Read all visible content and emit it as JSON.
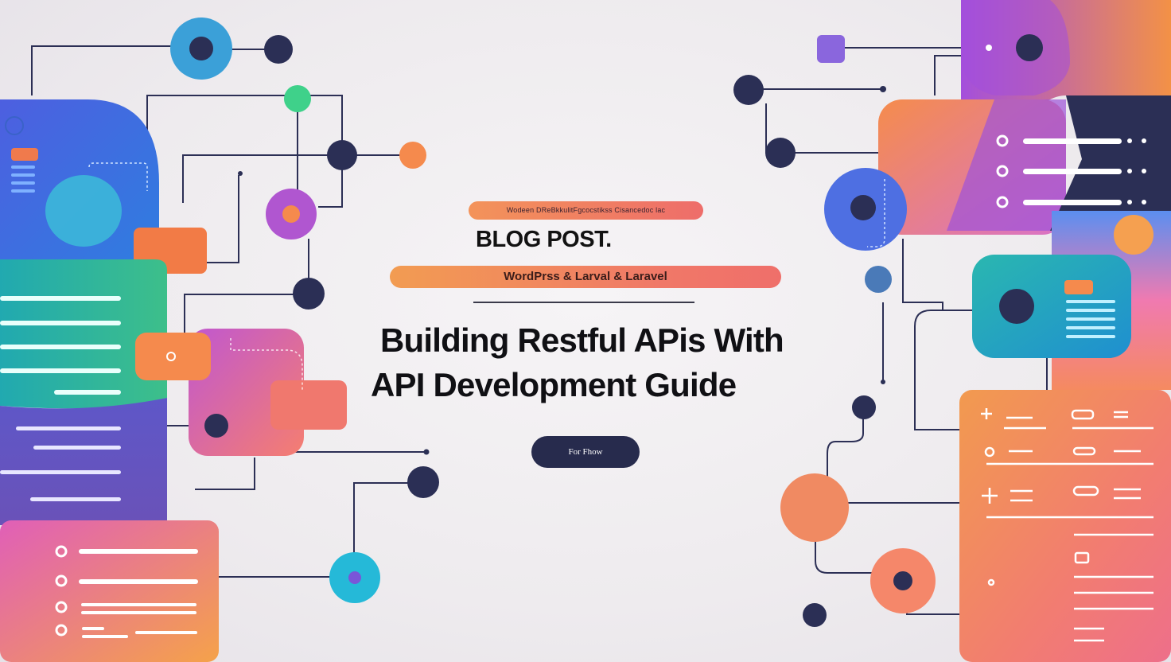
{
  "hero": {
    "eyebrow": "Wodeen DReBkkulitFgcocstikss Cisancedoc lac",
    "kicker": "BLOG POST.",
    "tags": "WordPrss & Larval & Laravel",
    "title_line1": "Building Restful APis With",
    "title_line2": "API Development Guide",
    "cta_label": "For Fhow"
  },
  "colors": {
    "navy": "#2b2f55",
    "orange": "#f58a4d",
    "coral": "#f0706a",
    "purple": "#9b57d6",
    "teal": "#2bb3b6",
    "blue": "#4c6ee0",
    "green": "#3fd18a"
  }
}
